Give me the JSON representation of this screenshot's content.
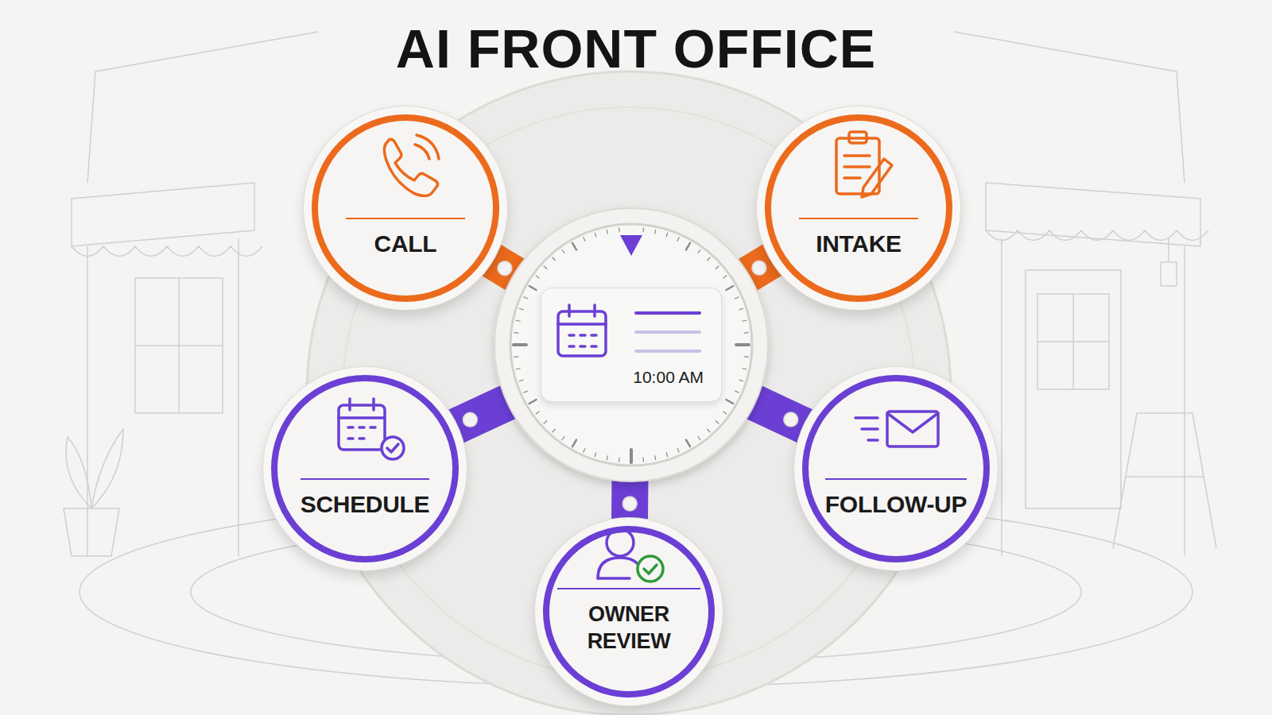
{
  "diagram": {
    "title": "AI FRONT OFFICE",
    "nodes": [
      {
        "text": [
          "CALL"
        ]
      },
      {
        "text": [
          "INTAKE"
        ]
      },
      {
        "text": [
          "10:00 AM"
        ]
      },
      {
        "text": [
          "SCHEDULE"
        ]
      },
      {
        "text": [
          "FOLLOW-UP"
        ]
      },
      {
        "text": [
          "OWNER REVIEW"
        ]
      }
    ],
    "edges": [
      {
        "from": 0,
        "to": 2,
        "arrow": "none"
      },
      {
        "from": 1,
        "to": 2,
        "arrow": "none"
      },
      {
        "from": 3,
        "to": 2,
        "arrow": "none"
      },
      {
        "from": 4,
        "to": 2,
        "arrow": "none"
      },
      {
        "from": 5,
        "to": 2,
        "arrow": "none"
      }
    ]
  }
}
